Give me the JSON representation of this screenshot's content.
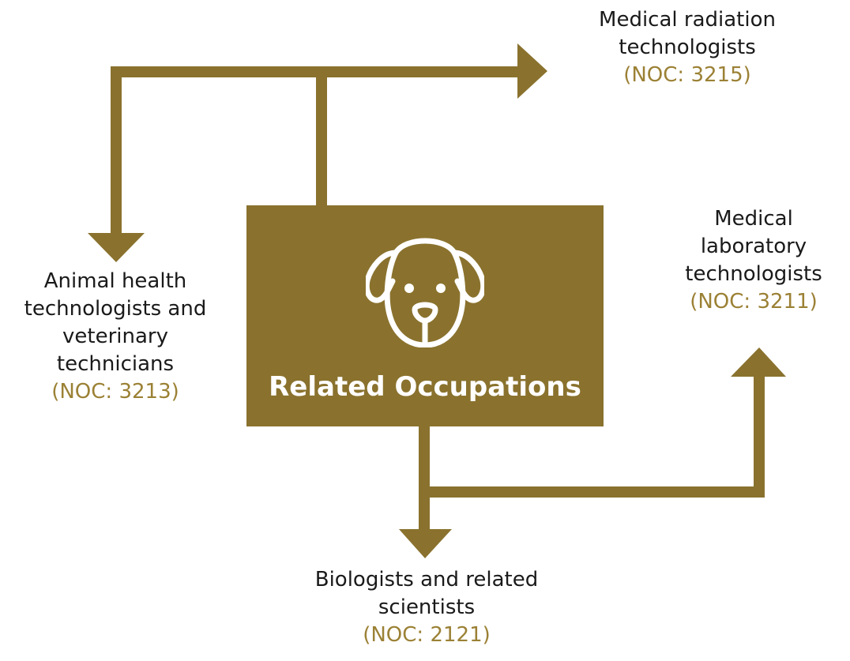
{
  "diagram": {
    "center": {
      "title": "Related Occupations",
      "icon": "dog-icon",
      "fill_color": "#8a722e",
      "text_color": "#ffffff"
    },
    "connector_color": "#8a722e",
    "code_color": "#9b8135",
    "occupations": [
      {
        "lines": [
          "Medical radiation",
          "technologists"
        ],
        "code": "(NOC: 3215)"
      },
      {
        "lines": [
          "Animal health",
          "technologists and",
          "veterinary",
          "technicians"
        ],
        "code": "(NOC: 3213)"
      },
      {
        "lines": [
          "Medical",
          "laboratory",
          "technologists"
        ],
        "code": "(NOC: 3211)"
      },
      {
        "lines": [
          "Biologists and related",
          "scientists"
        ],
        "code": "(NOC: 2121)"
      }
    ]
  }
}
